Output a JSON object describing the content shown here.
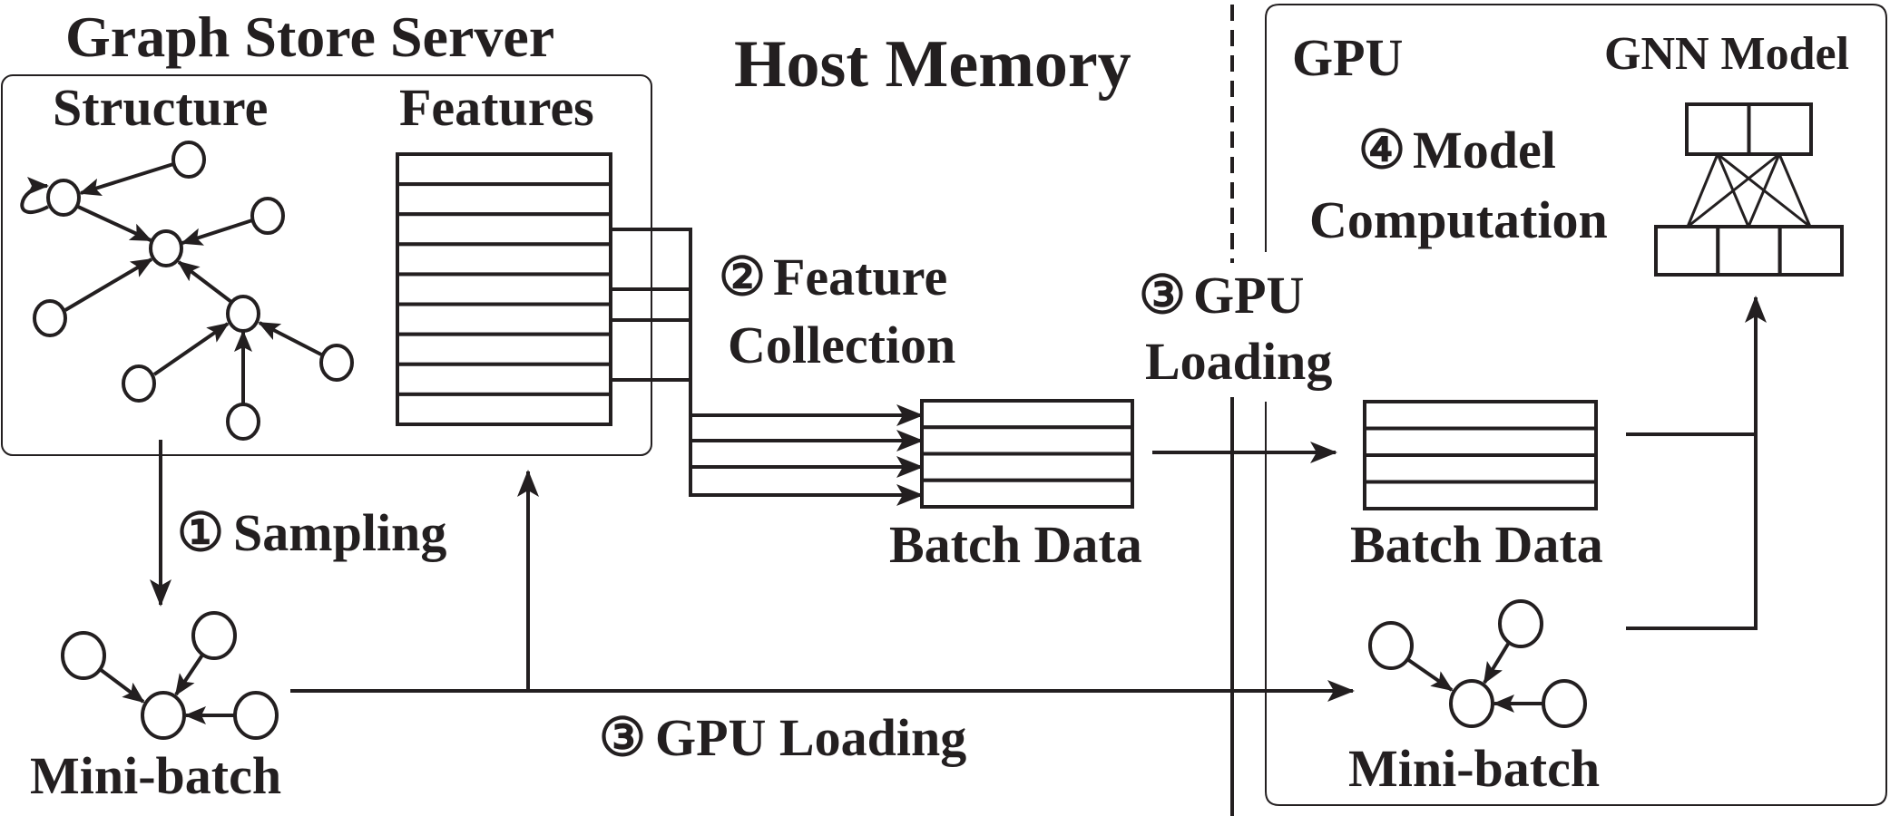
{
  "figure": {
    "kind": "GNN training pipeline diagram",
    "regions": {
      "graph_store_server": "Graph Store Server",
      "host_memory": "Host Memory",
      "gpu": "GPU"
    },
    "server": {
      "structure_label": "Structure",
      "features_label": "Features",
      "feature_rows": 9
    },
    "steps": {
      "sampling": {
        "marker": "①",
        "label": "Sampling"
      },
      "feature_collection": {
        "marker": "②",
        "line1": "Feature",
        "line2": "Collection"
      },
      "gpu_loading_batch": {
        "marker": "③",
        "line1": "GPU",
        "line2": "Loading"
      },
      "gpu_loading_minibatch": {
        "marker": "③",
        "label": "GPU Loading"
      },
      "model_computation": {
        "marker": "④",
        "line1": "Model",
        "line2": "Computation"
      }
    },
    "host_batch_data_label": "Batch Data",
    "host_batch_rows": 4,
    "host_minibatch_label": "Mini-batch",
    "gpu_batch_data_label": "Batch Data",
    "gpu_batch_rows": 4,
    "gpu_minibatch_label": "Mini-batch",
    "gnn_model_label": "GNN Model",
    "gnn_layers": [
      2,
      3
    ],
    "colors": {
      "ink": "#231f20",
      "background": "#ffffff"
    }
  }
}
